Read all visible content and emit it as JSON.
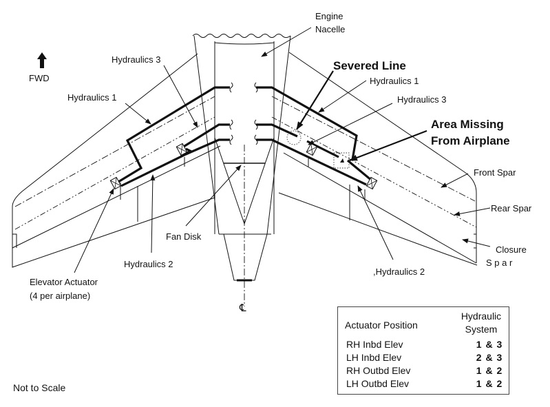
{
  "labels": {
    "fwd": "FWD",
    "engine_nacelle_1": "Engine",
    "engine_nacelle_2": "Nacelle",
    "hydraulics_3_left": "Hydraulics 3",
    "hydraulics_1_left": "Hydraulics 1",
    "severed_line": "Severed Line",
    "hydraulics_1_right": "Hydraulics 1",
    "hydraulics_3_right": "Hydraulics 3",
    "area_missing_1": "Area Missing",
    "area_missing_2": "From Airplane",
    "front_spar": "Front Spar",
    "rear_spar": "Rear Spar",
    "closure_1": "Closure",
    "closure_2": "S p a r",
    "fan_disk": "Fan Disk",
    "hydraulics_2_left": "Hydraulics 2",
    "hydraulics_2_right": ",Hydraulics 2",
    "elevator_actuator_1": "Elevator  Actuator",
    "elevator_actuator_2": "(4 per airplane)",
    "centerline": "℄"
  },
  "table": {
    "header_position": "Actuator  Position",
    "header_system_1": "Hydraulic",
    "header_system_2": "System",
    "rows": [
      {
        "position": "RH Inbd Elev",
        "system": "1 & 3"
      },
      {
        "position": "LH Inbd Elev",
        "system": "2 & 3"
      },
      {
        "position": "RH Outbd Elev",
        "system": "1 & 2"
      },
      {
        "position": "LH Outbd Elev",
        "system": "1 & 2"
      }
    ]
  },
  "footer": {
    "note": "Not to Scale"
  }
}
